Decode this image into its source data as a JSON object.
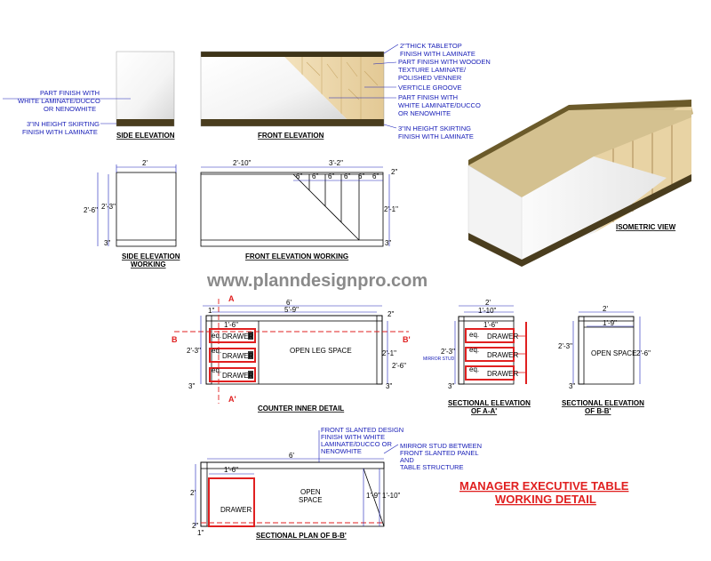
{
  "watermark": "www.planndesignpro.com",
  "main_title": {
    "line1": "MANAGER EXECUTIVE TABLE",
    "line2": "WORKING DETAIL"
  },
  "views": {
    "side_elevation": "SIDE ELEVATION",
    "front_elevation": "FRONT ELEVATION",
    "isometric": "ISOMETRIC VIEW",
    "side_elevation_working_1": "SIDE ELEVATION",
    "side_elevation_working_2": "WORKING",
    "front_elevation_working": "FRONT ELEVATION WORKING",
    "counter_inner_detail": "COUNTER INNER DETAIL",
    "sectional_aa_1": "SECTIONAL ELEVATION",
    "sectional_aa_2": "OF A-A'",
    "sectional_bb_1": "SECTIONAL ELEVATION",
    "sectional_bb_2": "OF B-B'",
    "sectional_plan": "SECTIONAL PLAN OF B-B'"
  },
  "notes": {
    "side_left_1": "PART FINISH WITH",
    "side_left_2": "WHITE LAMINATE/DUCCO",
    "side_left_3": "OR NENOWHITE",
    "skirting_left_1": "3\"IN HEIGHT SKIRTING",
    "skirting_left_2": "FINISH WITH LAMINATE",
    "top_1": "2\"THICK TABLETOP",
    "top_2": "FINISH WITH LAMINATE",
    "wood_1": "PART FINISH WITH WOODEN",
    "wood_2": "TEXTURE LAMINATE/",
    "wood_3": "POLISHED VENNER",
    "groove": "VERTICLE GROOVE",
    "white_1": "PART FINISH WITH",
    "white_2": "WHITE LAMINATE/DUCCO",
    "white_3": "OR NENOWHITE",
    "skirting_right_1": "3\"IN HEIGHT SKIRTING",
    "skirting_right_2": "FINISH WITH LAMINATE",
    "slanted_1": "FRONT SLANTED DESIGN",
    "slanted_2": "FINISH WITH WHITE",
    "slanted_3": "LAMINATE/DUCCO OR",
    "slanted_4": "NENOWHITE",
    "mirror_1": "MIRROR STUD BETWEEN",
    "mirror_2": "FRONT SLANTED PANEL",
    "mirror_3": "AND",
    "mirror_4": "TABLE STRUCTURE",
    "mirror_stud": "MIRROR STUD"
  },
  "labels": {
    "drawer": "DRAWER",
    "open_leg_space": "OPEN LEG SPACE",
    "open_space": "OPEN SPACE",
    "open": "OPEN",
    "space": "SPACE",
    "eq": "eq.",
    "sec_a": "A",
    "sec_a2": "A'",
    "sec_b": "B",
    "sec_b2": "B'"
  },
  "dims": {
    "d2": "2'",
    "d2_10": "2'-10\"",
    "d3_2": "3'-2\"",
    "d2in": "2\"",
    "d2_6": "2'-6\"",
    "d2_3": "2'-3\"",
    "d3in": "3\"",
    "d6in": "6\"",
    "d2_1": "2'-1\"",
    "d6": "6'",
    "d5_9": "5'-9\"",
    "d1in": "1\"",
    "d1_6": "1'-6\"",
    "d1_10": "1'-10\"",
    "d1_9": "1'-9\"",
    "d2_ft": "2'"
  }
}
